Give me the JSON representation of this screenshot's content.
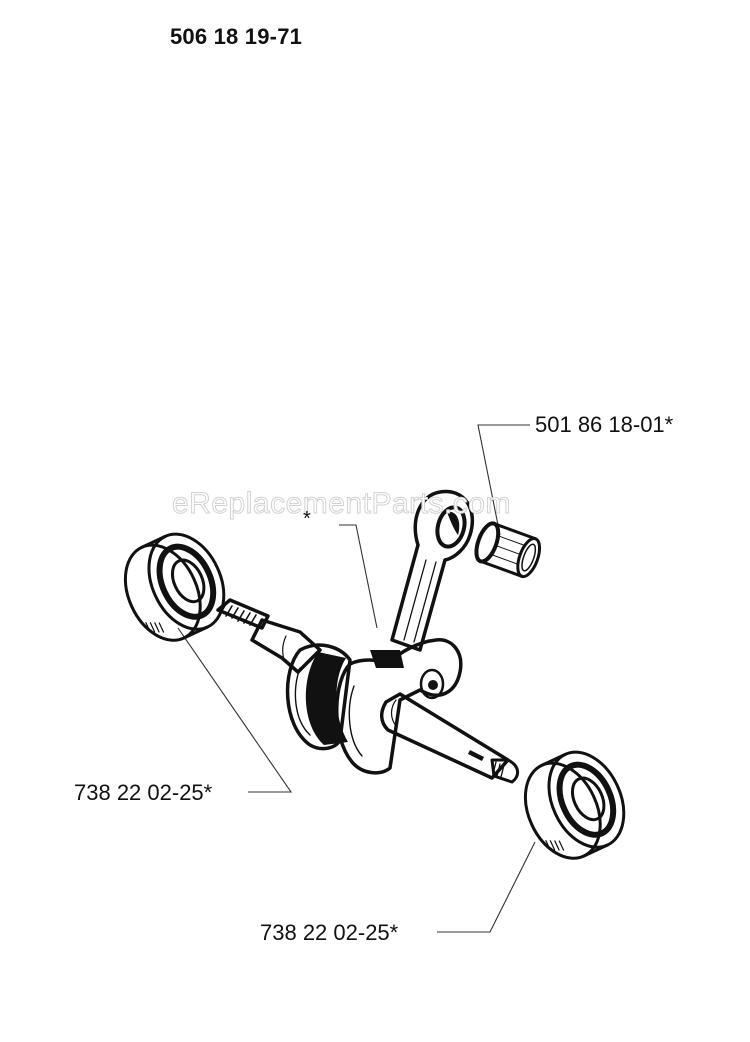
{
  "diagram": {
    "title": "506 18 19-71",
    "watermark": "eReplacementParts.com",
    "parts": [
      {
        "id": "needle-bearing",
        "label": "501 86 18-01*"
      },
      {
        "id": "connecting-rod-crankshaft",
        "label": "*"
      },
      {
        "id": "ball-bearing-left",
        "label": "738 22 02-25*"
      },
      {
        "id": "ball-bearing-right",
        "label": "738 22 02-25*"
      }
    ]
  }
}
